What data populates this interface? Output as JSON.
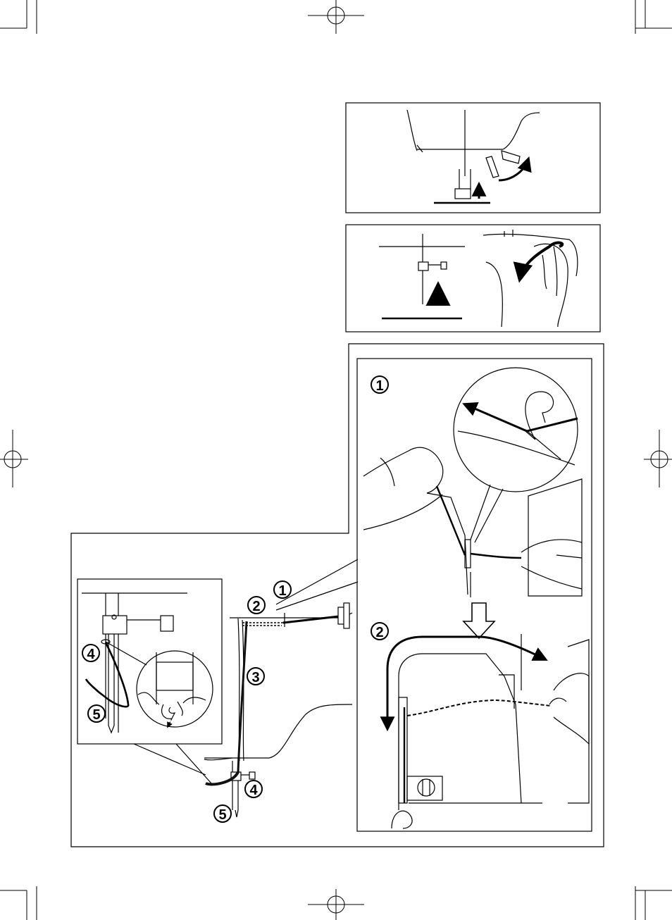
{
  "markers": {
    "step1": "1",
    "step2": "2",
    "step3": "3",
    "step4": "4",
    "step5": "5"
  },
  "icons": {
    "registration": "registration-mark-icon",
    "corner": "crop-mark-icon",
    "arrow": "direction-arrow-icon"
  },
  "colors": {
    "line": "#000000",
    "background": "#ffffff",
    "thread": "#111111"
  }
}
